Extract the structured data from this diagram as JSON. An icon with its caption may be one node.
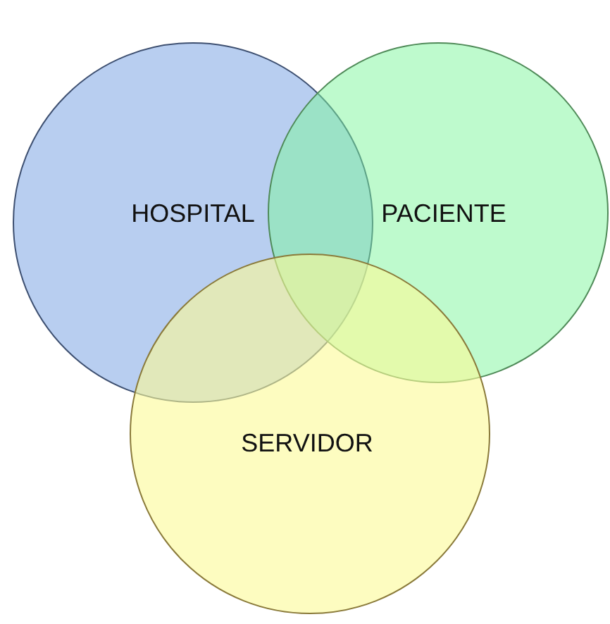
{
  "diagram": {
    "nodes": [
      {
        "text": [
          "HOSPITAL"
        ]
      },
      {
        "text": [
          "PACIENTE"
        ]
      },
      {
        "text": [
          "SERVIDOR"
        ]
      }
    ]
  }
}
